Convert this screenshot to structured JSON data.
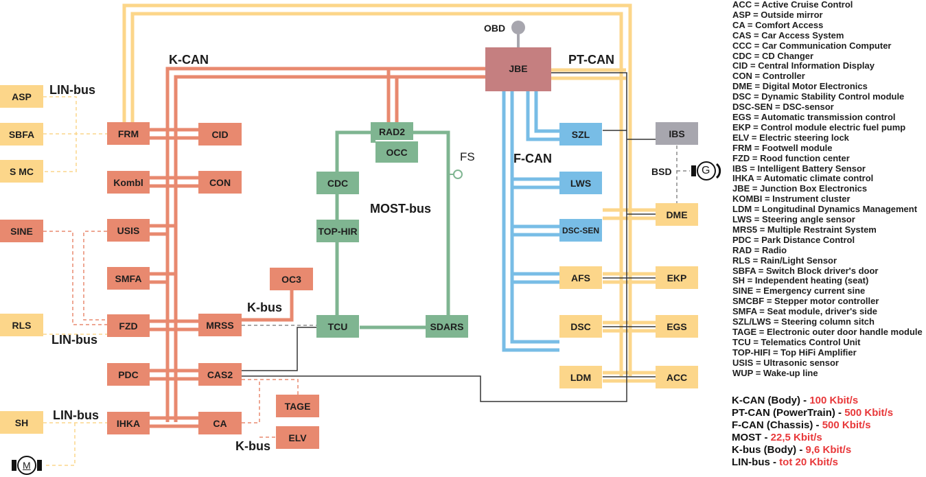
{
  "buses": {
    "kcan": "K-CAN",
    "ptcan": "PT-CAN",
    "fcan": "F-CAN",
    "most": "MOST-bus",
    "kbus_1": "K-bus",
    "kbus_2": "K-bus",
    "lin_1": "LIN-bus",
    "lin_2": "LIN-bus",
    "lin_3": "LIN-bus"
  },
  "labels": {
    "obd": "OBD",
    "fs": "FS",
    "bsd": "BSD",
    "motor": "M",
    "generator": "G"
  },
  "nodes": {
    "asp": "ASP",
    "sbfa": "SBFA",
    "smc": "S MC",
    "sine": "SINE",
    "rls": "RLS",
    "sh": "SH",
    "frm": "FRM",
    "kombi": "Kombl",
    "usis": "USIS",
    "smfa": "SMFA",
    "fzd": "FZD",
    "pdc": "PDC",
    "ihka": "IHKA",
    "cid": "CID",
    "con": "CON",
    "mrss": "MRSS",
    "cas2": "CAS2",
    "ca": "CA",
    "oc3": "OC3",
    "tage": "TAGE",
    "elv": "ELV",
    "rad2": "RAD2",
    "occ": "OCC",
    "cdc": "CDC",
    "tophir": "TOP-HIR",
    "tcu": "TCU",
    "sdars": "SDARS",
    "jbe": "JBE",
    "szl": "SZL",
    "lws": "LWS",
    "dscsen": "DSC-SEN",
    "afs": "AFS",
    "dsc": "DSC",
    "ldm": "LDM",
    "ibs": "IBS",
    "dme": "DME",
    "ekp": "EKP",
    "egs": "EGS",
    "acc": "ACC"
  },
  "legend": [
    "ACC = Active Cruise Control",
    "ASP = Outside mirror",
    "CA = Comfort Access",
    "CAS = Car Access System",
    "CCC = Car Communication Computer",
    "CDC = CD Changer",
    "CID = Central Information Display",
    "CON = Controller",
    "DME = Digital Motor Electronics",
    "DSC = Dynamic Stability Control module",
    "DSC-SEN = DSC-sensor",
    "EGS = Automatic transmission control",
    "EKP = Control module electric fuel pump",
    "ELV = Electric steering lock",
    "FRM = Footwell module",
    "FZD = Rood function center",
    "IBS = Intelligent Battery Sensor",
    "IHKA = Automatic climate control",
    "JBE = Junction Box Electronics",
    "KOMBI = Instrument cluster",
    "LDM = Longitudinal Dynamics Management",
    "LWS = Steering angle sensor",
    "MRS5 = Multiple Restraint System",
    "PDC = Park Distance Control",
    "RAD = Radio",
    "RLS = Rain/Light Sensor",
    "SBFA = Switch Block driver's door",
    "SH = Independent heating (seat)",
    "SINE = Emergency current sine",
    "SMCBF = Stepper motor controller",
    "SMFA = Seat module, driver's side",
    "SZL/LWS = Steering column sitch",
    "TAGE = Electronic outer door handle module",
    "TCU = Telematics Control Unit",
    "TOP-HIFI = Top HiFi Amplifier",
    "USIS = Ultrasonic sensor",
    "WUP = Wake-up line"
  ],
  "speeds": [
    {
      "bus": "K-CAN (Body) - ",
      "rate": "100 Kbit/s"
    },
    {
      "bus": "PT-CAN (PowerTrain) - ",
      "rate": "500 Kbit/s"
    },
    {
      "bus": "F-CAN (Chassis) - ",
      "rate": "500 Kbit/s"
    },
    {
      "bus": "MOST - ",
      "rate": "22,5 Kbit/s"
    },
    {
      "bus": "K-bus (Body) - ",
      "rate": "9,6 Kbit/s"
    },
    {
      "bus": "LIN-bus - ",
      "rate": "tot 20 Kbit/s"
    }
  ],
  "colors": {
    "kcan": "#e8896f",
    "ptcan": "#fcd68a",
    "fcan": "#78bde6",
    "most": "#7fb591",
    "jbe": "#c57f80",
    "ibs": "#a7a6ae",
    "rate_text": "#e8383a"
  }
}
